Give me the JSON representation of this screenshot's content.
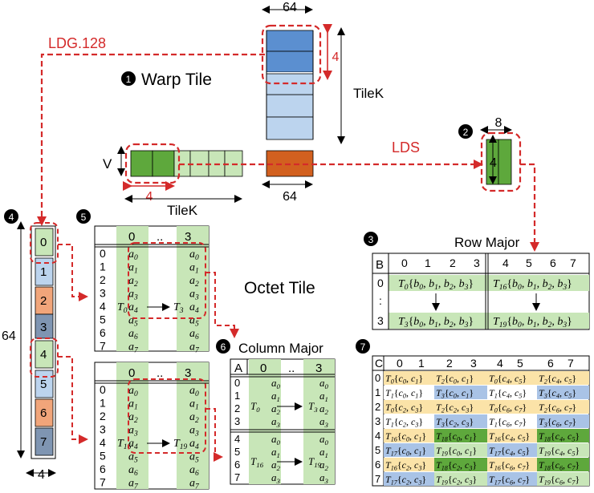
{
  "labels": {
    "ldg": "LDG.128",
    "lds": "LDS",
    "warp_tile": "Warp Tile",
    "tilek_right": "TileK",
    "tilek_bottom": "TileK",
    "v": "V",
    "dim64_top": "64",
    "dim64_bottom": "64",
    "dim64_left": "64",
    "dim4_red_top": "4",
    "dim4_red_left": "4",
    "dim8": "8",
    "dim4_green": "4",
    "dim4_col": "4",
    "octet_tile": "Octet Tile",
    "row_major": "Row Major",
    "column_major": "Column Major",
    "dots": "..",
    "vdots": ":"
  },
  "badges": [
    "1",
    "2",
    "3",
    "4",
    "5",
    "6",
    "7"
  ],
  "colors": {
    "red": "#d42a2a",
    "blue_dark": "#5b8fd0",
    "blue_light": "#bcd4ee",
    "orange": "#d2601f",
    "green": "#5ea83c",
    "green_light": "#c8e6b8",
    "yellow": "#fbe3a8",
    "blue_cell": "#a9c3e6",
    "orange_light": "#f1a57a",
    "slate": "#7f95b2"
  },
  "column_stack": [
    "0",
    "1",
    "2",
    "3",
    "4",
    "5",
    "6",
    "7"
  ],
  "octet": {
    "header": [
      "0",
      "..",
      "3"
    ],
    "rows": [
      "0",
      "1",
      "2",
      "3",
      "4",
      "5",
      "6",
      "7"
    ],
    "a_left": [
      "a0",
      "a1",
      "a2",
      "a3",
      "a4",
      "a5",
      "a6",
      "a7"
    ],
    "a_right": [
      "a0",
      "a1",
      "a2",
      "a3",
      "a4",
      "a5",
      "a6",
      "a7"
    ],
    "t_top": [
      "T0",
      "T3"
    ],
    "t_bottom": [
      "T16",
      "T19"
    ]
  },
  "table_a": {
    "corner": "A",
    "header": [
      "0",
      "..",
      "3"
    ],
    "rows": [
      "0",
      "1",
      "2",
      "3",
      "4",
      "5",
      "6",
      "7"
    ],
    "a_left": [
      "a0",
      "a1",
      "a2",
      "a3",
      "a0",
      "a1",
      "a2",
      "a3"
    ],
    "a_right": [
      "a0",
      "a1",
      "a2",
      "a3",
      "a0",
      "a1",
      "a2",
      "a3"
    ],
    "t_top": [
      "T0",
      "T3"
    ],
    "t_bottom": [
      "T16",
      "T19"
    ]
  },
  "table_b": {
    "corner": "B",
    "header": [
      "0",
      "1",
      "2",
      "3",
      "4",
      "5",
      "6",
      "7"
    ],
    "row_labels": [
      "0",
      ":",
      "3"
    ],
    "cells": [
      [
        "T0{b0, b1, b2, b3}",
        "T16{b0, b1, b2, b3}"
      ],
      [
        "",
        ""
      ],
      [
        "T3{b0, b1, b2, b3}",
        "T19{b0, b1, b2, b3}"
      ]
    ]
  },
  "table_c": {
    "corner": "C",
    "header": [
      "0",
      "1",
      "2",
      "3",
      "4",
      "5",
      "6",
      "7"
    ],
    "rows": [
      "0",
      "1",
      "2",
      "3",
      "4",
      "5",
      "6",
      "7"
    ],
    "cells": [
      [
        "T0{c0, c1}",
        "T2{c0, c1}",
        "T0{c4, c5}",
        "T2{c4, c5}"
      ],
      [
        "T1{c0, c1}",
        "T3{c0, c1}",
        "T1{c4, c5}",
        "T3{c4, c5}"
      ],
      [
        "T0{c2, c3}",
        "T2{c2, c3}",
        "T0{c6, c7}",
        "T2{c6, c7}"
      ],
      [
        "T1{c2, c3}",
        "T3{c2, c3}",
        "T1{c6, c7}",
        "T3{c6, c7}"
      ],
      [
        "T16{c0, c1}",
        "T18{c0, c1}",
        "T16{c4, c5}",
        "T18{c4, c5}"
      ],
      [
        "T17{c0, c1}",
        "T19{c0, c1}",
        "T17{c4, c5}",
        "T19{c4, c5}"
      ],
      [
        "T16{c2, c3}",
        "T18{c2, c3}",
        "T16{c6, c7}",
        "T18{c6, c7}"
      ],
      [
        "T17{c2, c3}",
        "T19{c2, c3}",
        "T17{c6, c7}",
        "T19{c6, c7}"
      ]
    ]
  }
}
